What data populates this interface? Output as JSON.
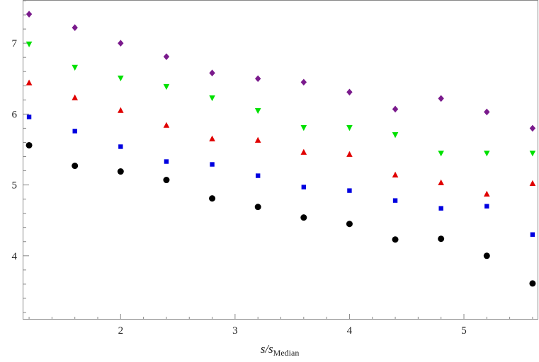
{
  "chart_data": {
    "type": "scatter",
    "title": "",
    "xlabel": "s/s",
    "xlabel_subscript": "Median",
    "ylabel": "",
    "xlim": [
      1.15,
      5.65
    ],
    "ylim": [
      3.1,
      7.6
    ],
    "x_ticks": [
      2,
      3,
      4,
      5
    ],
    "x_tick_labels": [
      "2",
      "3",
      "4",
      "5"
    ],
    "y_ticks": [
      4,
      5,
      6,
      7
    ],
    "y_tick_labels": [
      "4",
      "5",
      "6",
      "7"
    ],
    "grid": false,
    "x": [
      1.2,
      1.6,
      2.0,
      2.4,
      2.8,
      3.2,
      3.6,
      4.0,
      4.4,
      4.8,
      5.2,
      5.6
    ],
    "series": [
      {
        "marker": "diamond",
        "color": "#7a1a8c",
        "values": [
          7.41,
          7.22,
          7.0,
          6.81,
          6.58,
          6.5,
          6.45,
          6.31,
          6.07,
          6.22,
          6.03,
          5.8
        ]
      },
      {
        "marker": "triangle-down",
        "color": "#00e000",
        "values": [
          6.99,
          6.66,
          6.51,
          6.39,
          6.23,
          6.05,
          5.81,
          5.81,
          5.71,
          5.45,
          5.45,
          5.45
        ]
      },
      {
        "marker": "triangle-up",
        "color": "#e00000",
        "values": [
          6.44,
          6.23,
          6.05,
          5.84,
          5.65,
          5.63,
          5.46,
          5.43,
          5.14,
          5.03,
          4.87,
          5.02
        ]
      },
      {
        "marker": "square",
        "color": "#0000e0",
        "values": [
          5.96,
          5.76,
          5.54,
          5.33,
          5.29,
          5.13,
          4.97,
          4.92,
          4.78,
          4.67,
          4.7,
          4.3
        ]
      },
      {
        "marker": "circle",
        "color": "#000000",
        "values": [
          5.56,
          5.27,
          5.19,
          5.07,
          4.81,
          4.69,
          4.54,
          4.45,
          4.23,
          4.24,
          4.0,
          3.61
        ]
      }
    ]
  }
}
